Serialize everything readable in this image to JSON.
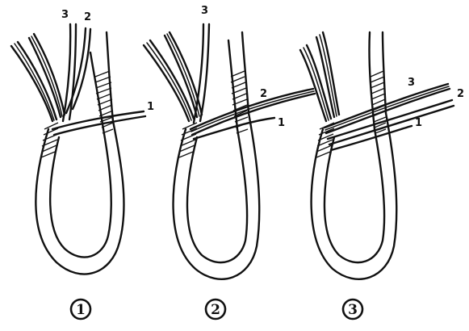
{
  "panels": [
    {
      "step_label": "1",
      "strand_labels": {
        "a": "3",
        "b": "2",
        "c": "1"
      }
    },
    {
      "step_label": "2",
      "strand_labels": {
        "a": "3",
        "b": "2",
        "c": "1"
      }
    },
    {
      "step_label": "3",
      "strand_labels": {
        "a": "3",
        "b": "2",
        "c": "1"
      }
    }
  ]
}
